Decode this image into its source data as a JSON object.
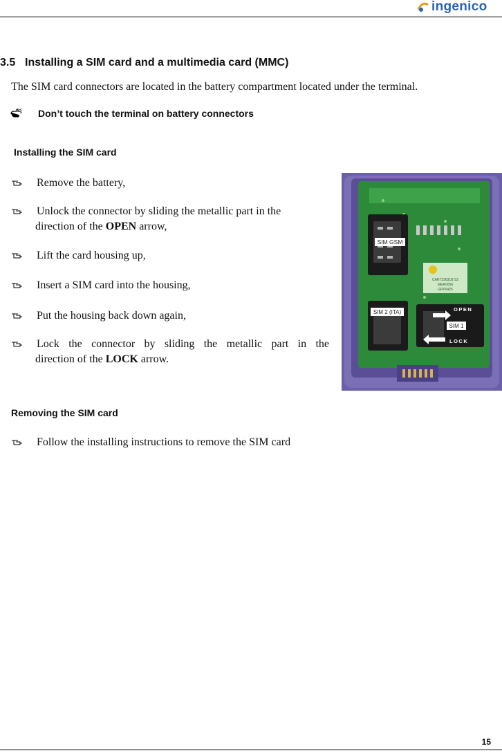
{
  "header": {
    "logo_text": "ingenico"
  },
  "section": {
    "number": "3.5",
    "title": "Installing a SIM card and a multimedia card (MMC)",
    "intro": "The SIM card connectors are located in the battery compartment located under the terminal."
  },
  "warning": {
    "icon": "pointing-hand-icon",
    "text": "Don’t touch the terminal on battery connectors"
  },
  "install": {
    "heading": "Installing the SIM card",
    "steps": [
      {
        "text": "Remove the battery,"
      },
      {
        "text": "Unlock the connector by sliding the metallic part in the",
        "cont_pre": "direction of the ",
        "cont_bold": "OPEN",
        "cont_post": " arrow,"
      },
      {
        "text": "Lift the card housing up,"
      },
      {
        "text": "Insert a SIM card into the housing,"
      },
      {
        "text": "Put the housing back down again,"
      },
      {
        "text": "Lock the connector by sliding the metallic part in the",
        "cont_pre": "direction of the ",
        "cont_bold": "LOCK",
        "cont_post": " arrow."
      }
    ]
  },
  "photo": {
    "labels": {
      "sim_gsm": "SIM GSM",
      "sim2": "SIM 2 (ITA)",
      "sim1": "SIM 1",
      "open": "OPEN",
      "lock": "LOCK"
    },
    "chip_text": [
      "CAR723631B S2",
      "MER0056",
      "GPP0425"
    ]
  },
  "remove": {
    "heading": "Removing the SIM card",
    "steps": [
      {
        "text": "Follow the installing instructions to remove the SIM card"
      }
    ]
  },
  "footer": {
    "page_number": "15"
  }
}
